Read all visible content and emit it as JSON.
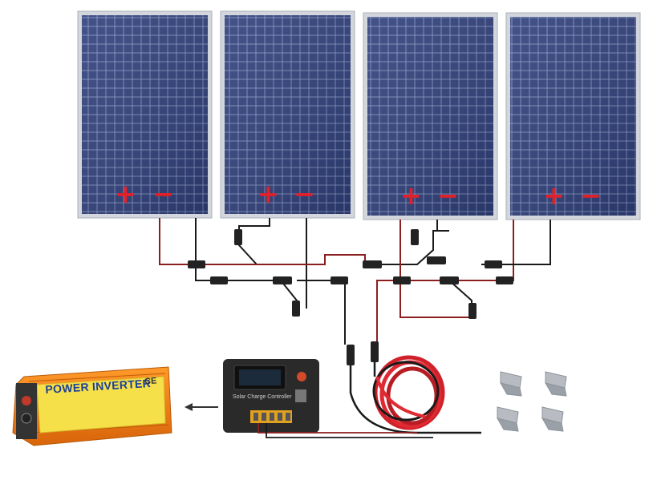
{
  "scene": {
    "description_visible_text": {
      "inverter_title": "POWER INVERTER",
      "inverter_mark": "CE",
      "controller_label": "Solar Charge Controller"
    },
    "panels": [
      {
        "plus": "+",
        "minus": "−"
      },
      {
        "plus": "+",
        "minus": "−"
      },
      {
        "plus": "+",
        "minus": "−"
      },
      {
        "plus": "+",
        "minus": "−"
      }
    ],
    "colors": {
      "panel_cell": "#2f3f7a",
      "panel_frame": "#c9cdd6",
      "wire_red": "#c0392b",
      "wire_black": "#1a1a1a",
      "inverter_body": "#f07a12",
      "inverter_label": "#f6e04a",
      "controller_body": "#2a2a2a",
      "bracket": "#b8bcc2"
    },
    "arrow_icon": "arrow-left-icon"
  }
}
